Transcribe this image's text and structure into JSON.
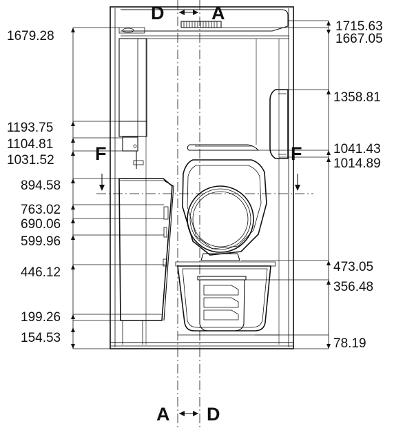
{
  "section_markers": {
    "top_left": "D",
    "top_right": "A",
    "bottom_left": "A",
    "bottom_right": "D",
    "side_left": "F",
    "side_right": "F"
  },
  "dimensions_left": [
    "1679.28",
    "1193.75",
    "1104.81",
    "1031.52",
    "894.58",
    "763.02",
    "690.06",
    "599.96",
    "446.12",
    "199.26",
    "154.53"
  ],
  "dimensions_right": [
    "1715.63",
    "1667.05",
    "1358.81",
    "1041.43",
    "1014.89",
    "473.05",
    "356.48",
    "78.19"
  ]
}
